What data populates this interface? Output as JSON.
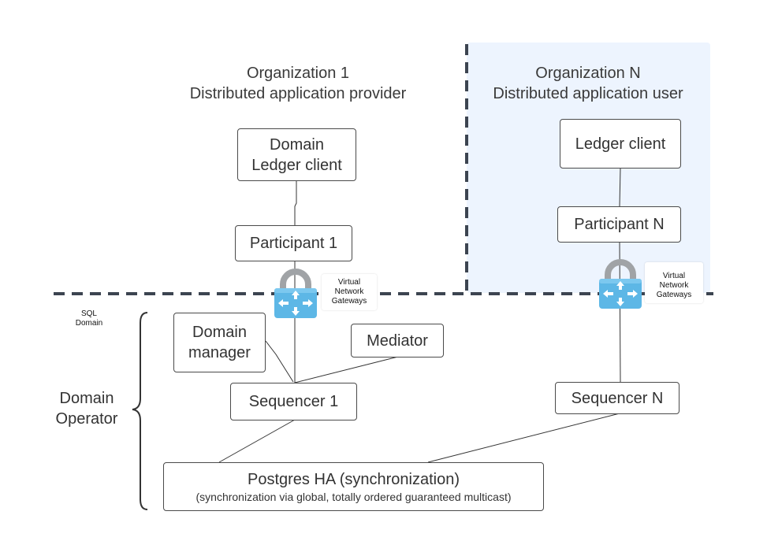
{
  "organization_1": {
    "title_line1": "Organization 1",
    "title_line2": "Distributed application provider"
  },
  "organization_n": {
    "title_line1": "Organization N",
    "title_line2": "Distributed application user"
  },
  "nodes": {
    "domain_ledger_client_line1": "Domain",
    "domain_ledger_client_line2": "Ledger client",
    "participant_1": "Participant 1",
    "ledger_client": "Ledger client",
    "participant_n": "Participant N",
    "domain_manager_line1": "Domain",
    "domain_manager_line2": "manager",
    "mediator": "Mediator",
    "sequencer_1": "Sequencer 1",
    "sequencer_n": "Sequencer N",
    "postgres_title": "Postgres HA (synchronization)",
    "postgres_subtitle": "(synchronization via global, totally ordered guaranteed multicast)"
  },
  "gateway_left": {
    "icon": "virtual-network-gateway-icon",
    "label_line1": "Virtual",
    "label_line2": "Network",
    "label_line3": "Gateways"
  },
  "gateway_right": {
    "icon": "virtual-network-gateway-icon",
    "label_line1": "Virtual",
    "label_line2": "Network",
    "label_line3": "Gateways"
  },
  "sql_domain": {
    "line1": "SQL",
    "line2": "Domain"
  },
  "domain_operator": {
    "line1": "Domain",
    "line2": "Operator"
  },
  "colors": {
    "org_n_zone_fill": "#edf4fe",
    "dashed_boundary": "#3c4450",
    "gateway_lock_gray": "#a0a3a6",
    "gateway_body_blue": "#5db7e6",
    "connector": "#333333"
  }
}
